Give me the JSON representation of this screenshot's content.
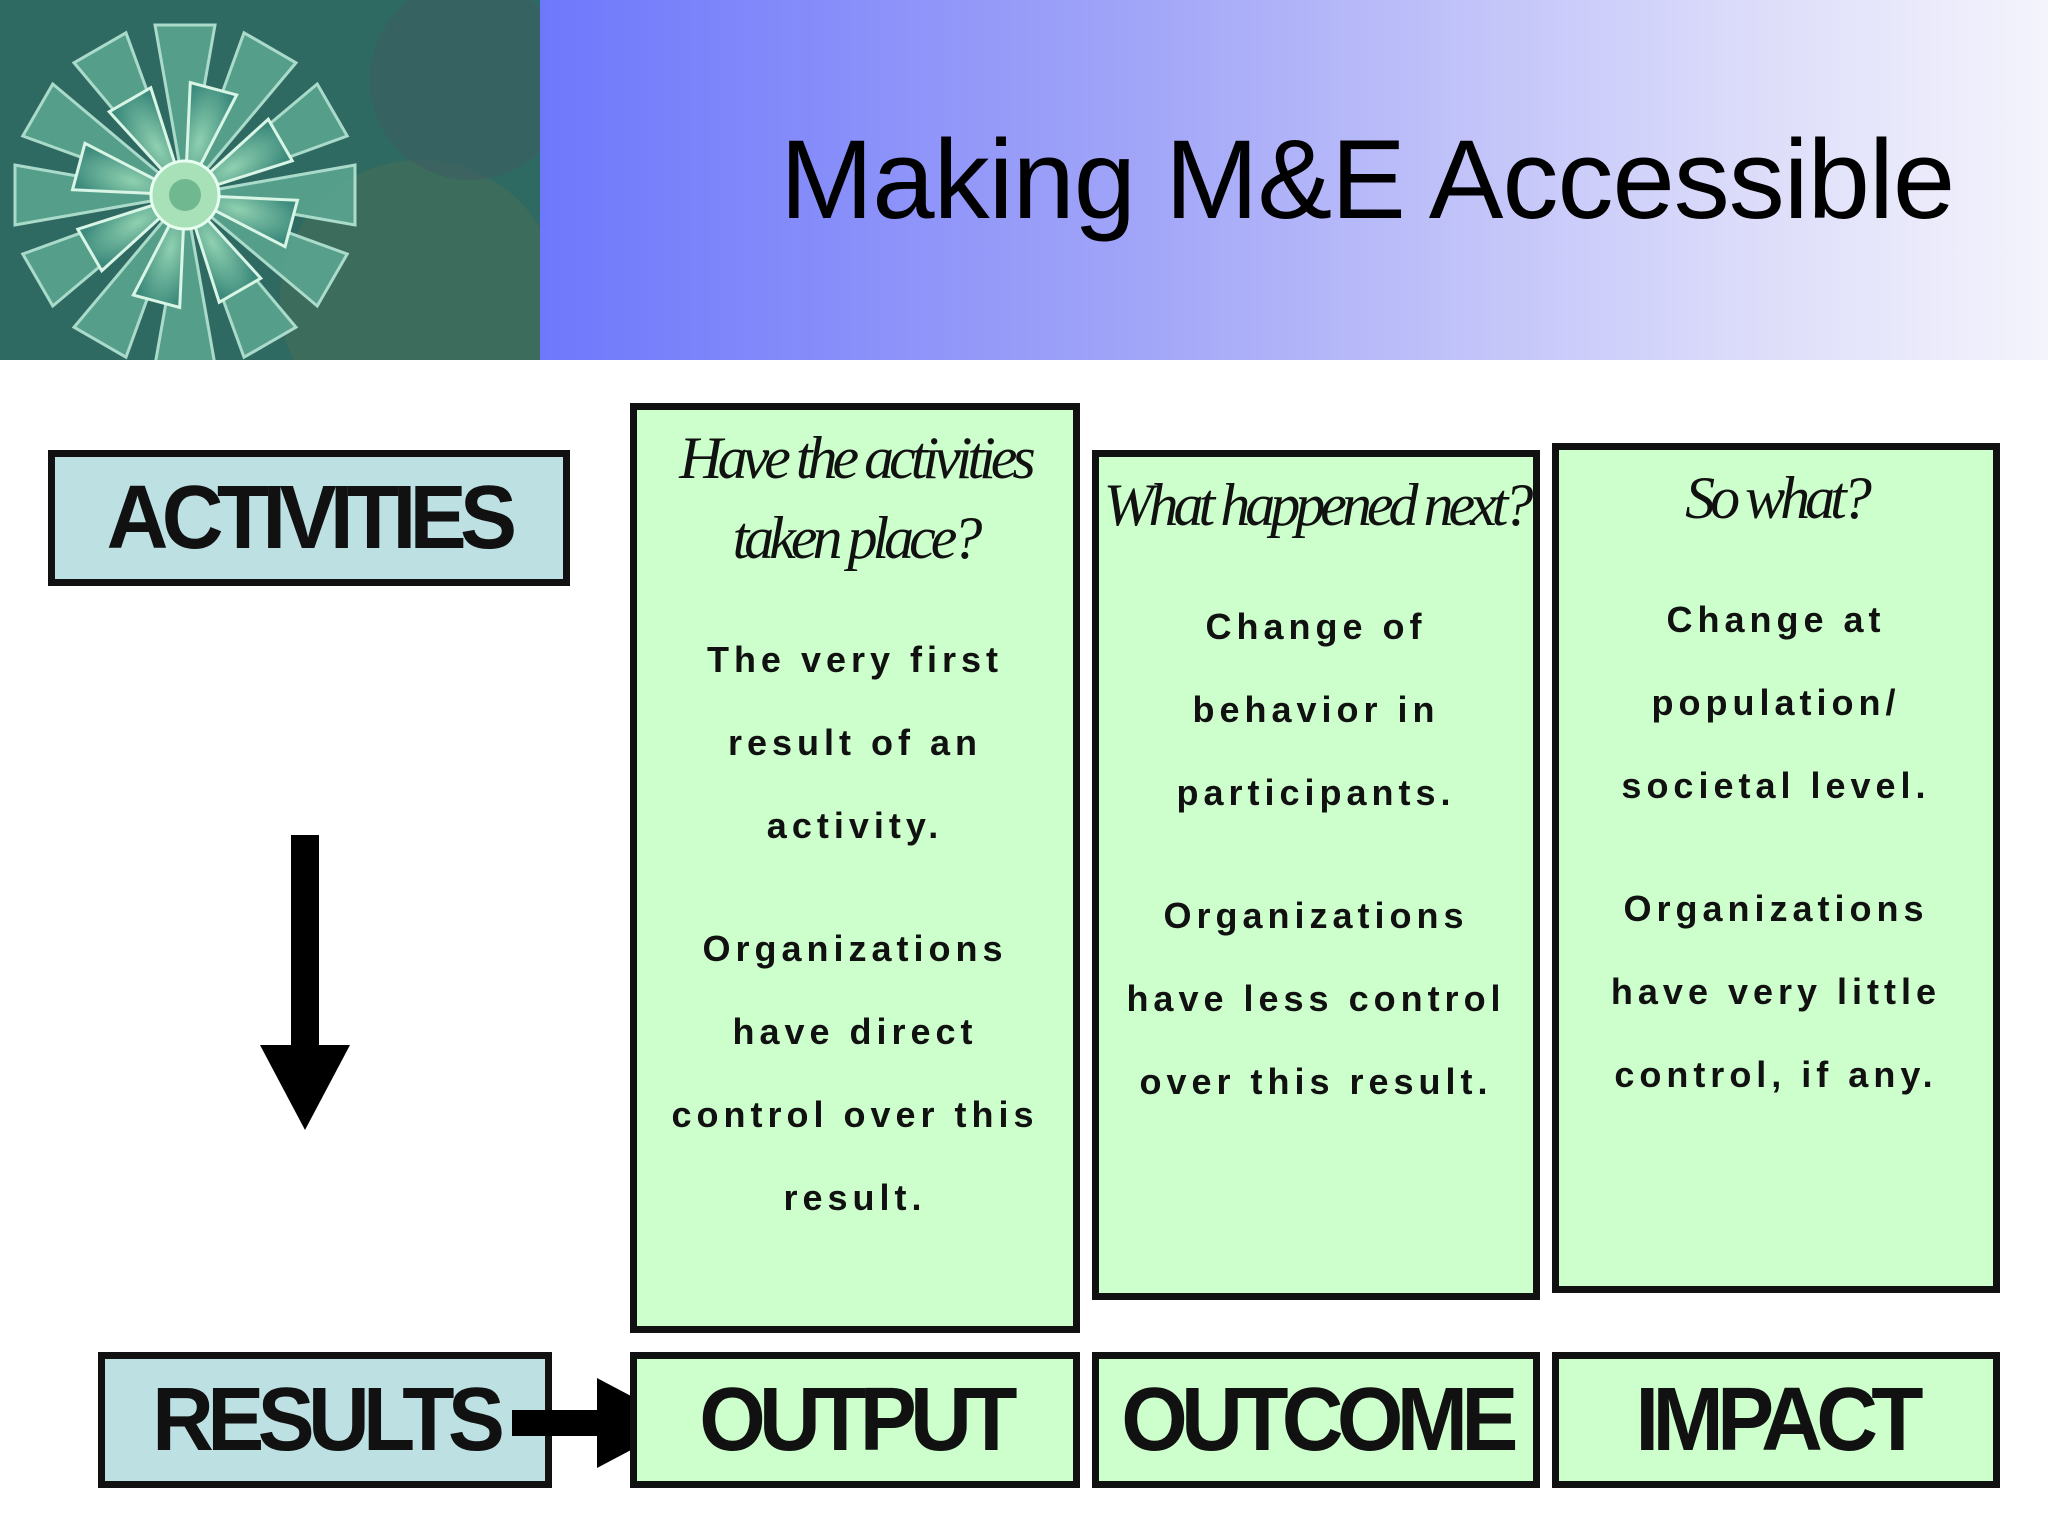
{
  "slide": {
    "title": "Making M&E Accessible",
    "photo_icon": "succulent-plant-photo"
  },
  "diagram": {
    "activities_label": "ACTIVITIES",
    "results_label": "RESULTS",
    "columns": [
      {
        "question": "Have the activities taken place?",
        "description": "The very first result of an activity.",
        "control": "Organizations have direct control over this result.",
        "label": "OUTPUT"
      },
      {
        "question": "What happened next?",
        "description": "Change of behavior in participants.",
        "control": "Organizations have less control over this result.",
        "label": "OUTCOME"
      },
      {
        "question": "So what?",
        "description": "Change at population/ societal level.",
        "control": "Organizations have very little control, if any.",
        "label": "IMPACT"
      }
    ]
  },
  "colors": {
    "header_gradient_start": "#6e78fb",
    "header_gradient_end": "#f4f4fc",
    "label_box_blue": "#bde0e3",
    "column_green": "#ccffcc",
    "border": "#111111"
  }
}
